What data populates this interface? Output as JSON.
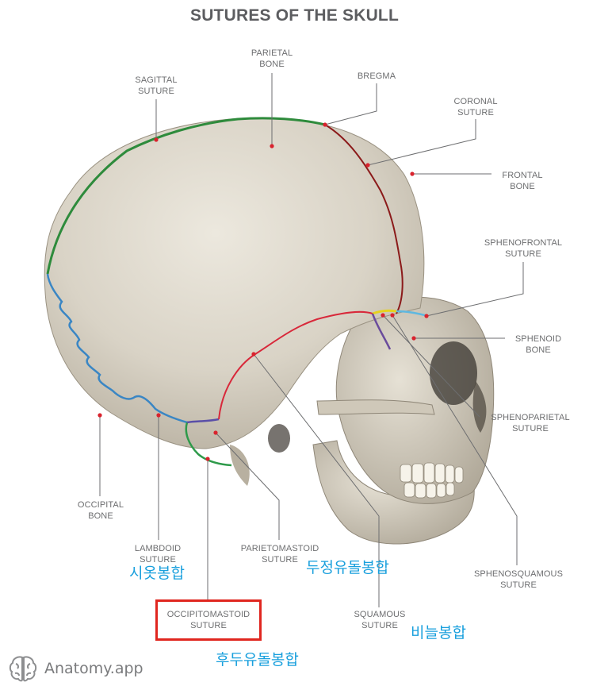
{
  "title": "SUTURES OF THE SKULL",
  "labels": {
    "parietal_bone": [
      "PARIETAL",
      "BONE"
    ],
    "sagittal_suture": [
      "SAGITTAL",
      "SUTURE"
    ],
    "bregma": [
      "BREGMA"
    ],
    "coronal_suture": [
      "CORONAL",
      "SUTURE"
    ],
    "frontal_bone": [
      "FRONTAL",
      "BONE"
    ],
    "sphenofrontal_suture": [
      "SPHENOFRONTAL",
      "SUTURE"
    ],
    "sphenoid_bone": [
      "SPHENOID",
      "BONE"
    ],
    "sphenoparietal_suture": [
      "SPHENOPARIETAL",
      "SUTURE"
    ],
    "occipital_bone": [
      "OCCIPITAL",
      "BONE"
    ],
    "lambdoid_suture": [
      "LAMBDOID",
      "SUTURE"
    ],
    "parietomastoid_suture": [
      "PARIETOMASTOID",
      "SUTURE"
    ],
    "occipitomastoid_suture": [
      "OCCIPITOMASTOID",
      "SUTURE"
    ],
    "squamous_suture": [
      "SQUAMOUS",
      "SUTURE"
    ],
    "sphenosquamous_suture": [
      "SPHENOSQUAMOUS",
      "SUTURE"
    ]
  },
  "korean": {
    "lambdoid": "시옷봉합",
    "parietomastoid": "두정유돌봉합",
    "occipitomastoid": "후두유돌봉합",
    "squamous": "비늘봉합"
  },
  "brand": {
    "name": "Anatomy.app",
    "logo_icon": "brain-logo-icon"
  },
  "colors": {
    "label_text": "#6d6e70",
    "leader_line": "#6d6e70",
    "point": "#d9232e",
    "korean_text": "#1aa0dd",
    "highlight_box": "#e0261f",
    "sagittal": "#2e8b3c",
    "coronal": "#8b1a1a",
    "lambdoid": "#3a86c4",
    "squamous": "#d8283a",
    "sphenoparietal": "#e6d21e",
    "sphenofrontal": "#5fb8e0",
    "sphenosquamous": "#6a4c9c",
    "parietomastoid": "#5a4fa8",
    "occipitomastoid": "#2e9a4a"
  }
}
